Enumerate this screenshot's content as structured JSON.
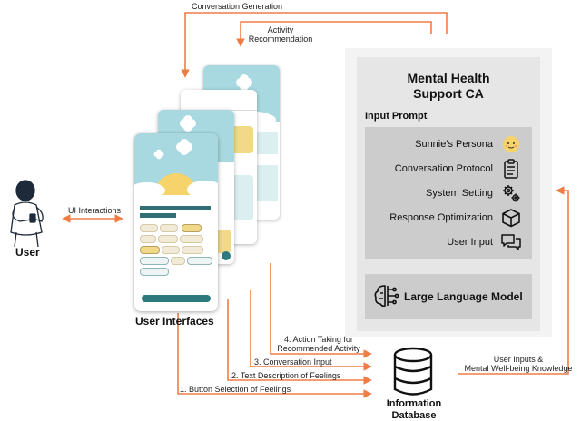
{
  "edges": {
    "conversation_generation": "Conversation Generation",
    "activity_recommendation": "Activity\nRecommendation",
    "ui_interactions": "UI Interactions",
    "action_taking": "4. Action Taking for\nRecommended Activity",
    "conversation_input": "3. Conversation Input",
    "text_description": "2. Text Description of Feelings",
    "button_selection": "1. Button Selection of Feelings",
    "user_inputs_knowledge": "User Inputs &\nMental Well-being Knowledge"
  },
  "nodes": {
    "user": "User",
    "user_interfaces": "User Interfaces",
    "information_database": "Information\nDatabase",
    "ca_title": "Mental Health\nSupport CA",
    "input_prompt": "Input Prompt",
    "llm": "Large Language Model"
  },
  "input_prompt_items": [
    {
      "label": "Sunnie's Persona",
      "icon": "sun-face-icon"
    },
    {
      "label": "Conversation Protocol",
      "icon": "clipboard-list-icon"
    },
    {
      "label": "System Setting",
      "icon": "gears-icon"
    },
    {
      "label": "Response Optimization",
      "icon": "cube-icon"
    },
    {
      "label": "User Input",
      "icon": "chat-bubbles-icon"
    }
  ],
  "colors": {
    "arrow": "#f07c45",
    "panel_outer": "#f3f3f3",
    "panel_inner": "#e6e6e6",
    "prompt_box": "#cccccc",
    "app_sky": "#a8d9e0",
    "app_teal": "#2c7a7e",
    "sun": "#f7d36b"
  }
}
